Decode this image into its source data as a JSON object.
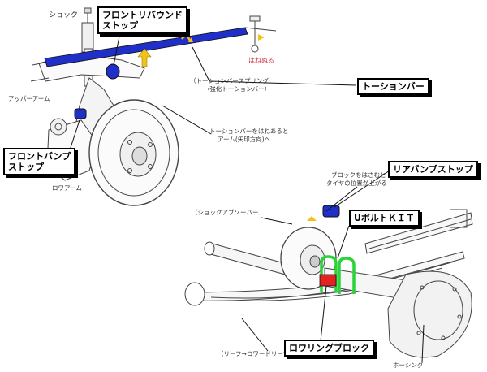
{
  "labels": {
    "shock": "ショック",
    "upper_arm": "アッパーアーム",
    "lower_arm": "ロワアーム",
    "torsion_bar_spring": "（トーションバースプリング",
    "torsion_bar_upgrade": "→強化トーションバー）",
    "torsion_bar_note_line1": "トーションバーをはねあると",
    "torsion_bar_note_line2": "アーム(矢印方向)へ",
    "hane_aeru": "はねぬる",
    "shock_absorber": "（ショックアブソーバー",
    "leaf_spring": "（リーフ→ロワードリーフ）",
    "block_note_line1": "ブロックをはさむと",
    "block_note_line2": "タイヤの位置が上がる",
    "housing": "ホーシング"
  },
  "callouts": {
    "front_rebound_stop_line1": "フロントリバウンド",
    "front_rebound_stop_line2": "ストップ",
    "front_bump_stop_line1": "フロントバンプ",
    "front_bump_stop_line2": "ストップ",
    "torsion_bar": "トーションバー",
    "rear_bump_stop": "リアバンプストップ",
    "u_bolt_kit": "UボルトＫＩＴ",
    "lowering_block": "ロワリングブロック"
  },
  "colors": {
    "highlight_blue": "#1f2fc8",
    "u_bolt_green": "#2bd23a",
    "block_red": "#e32222",
    "arrow_yellow": "#f2c21a",
    "note_pink": "#d23b4a"
  }
}
